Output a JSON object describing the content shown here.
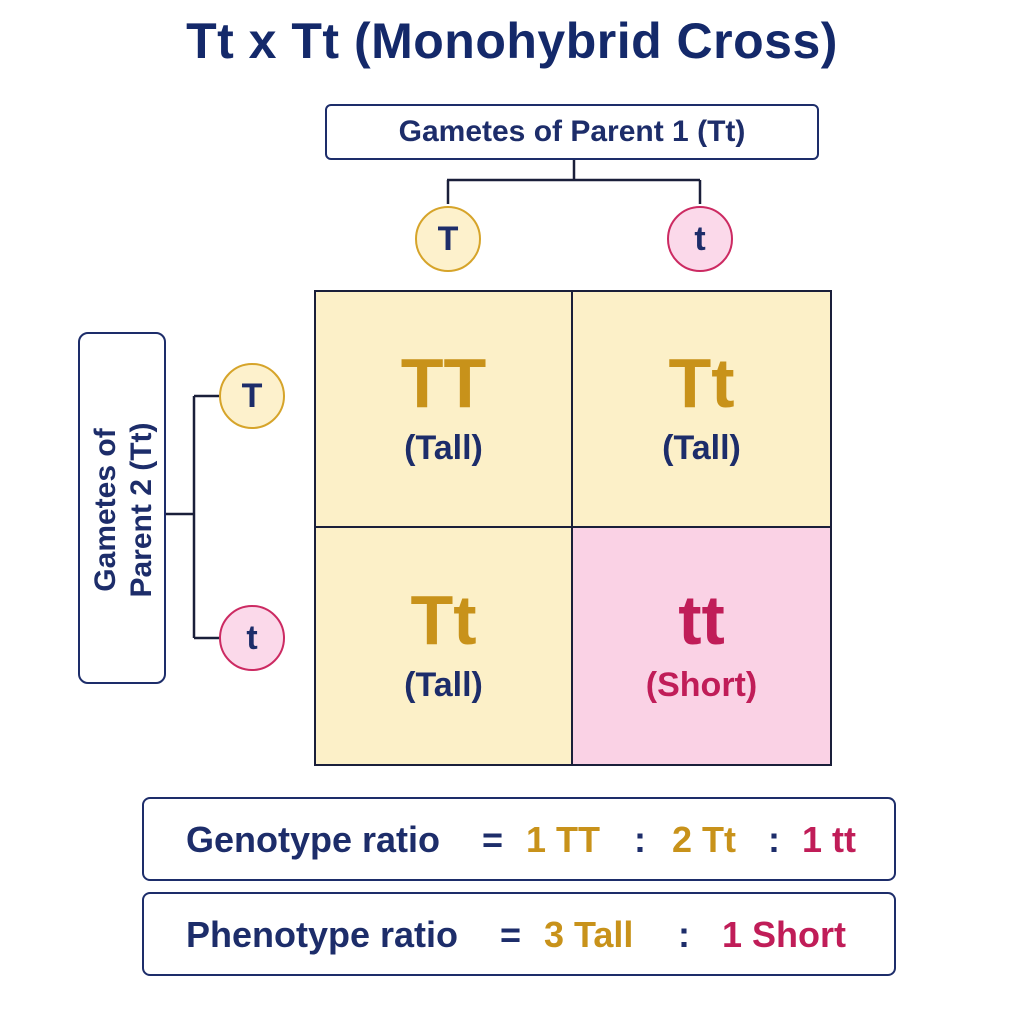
{
  "title": "Tt x Tt (Monohybrid Cross)",
  "parent1": {
    "label": "Gametes of Parent 1 (Tt)",
    "alleles": [
      "T",
      "t"
    ]
  },
  "parent2": {
    "label_line1": "Gametes of",
    "label_line2": "Parent 2 (Tt)",
    "alleles": [
      "T",
      "t"
    ]
  },
  "punnett": [
    {
      "genotype": "TT",
      "phenotype": "(Tall)"
    },
    {
      "genotype": "Tt",
      "phenotype": "(Tall)"
    },
    {
      "genotype": "Tt",
      "phenotype": "(Tall)"
    },
    {
      "genotype": "tt",
      "phenotype": "(Short)"
    }
  ],
  "genotype_ratio": {
    "label": "Genotype ratio",
    "equals": "=",
    "sep": ":",
    "parts": [
      "1 TT",
      "2 Tt",
      "1 tt"
    ]
  },
  "phenotype_ratio": {
    "label": "Phenotype ratio",
    "equals": "=",
    "sep": ":",
    "parts": [
      "3 Tall",
      "1 Short"
    ]
  },
  "colors": {
    "navy": "#1d2d6a",
    "gold": "#c8921a",
    "magenta": "#c01d58",
    "cream": "#fcf0c8",
    "pink": "#fad2e5"
  }
}
